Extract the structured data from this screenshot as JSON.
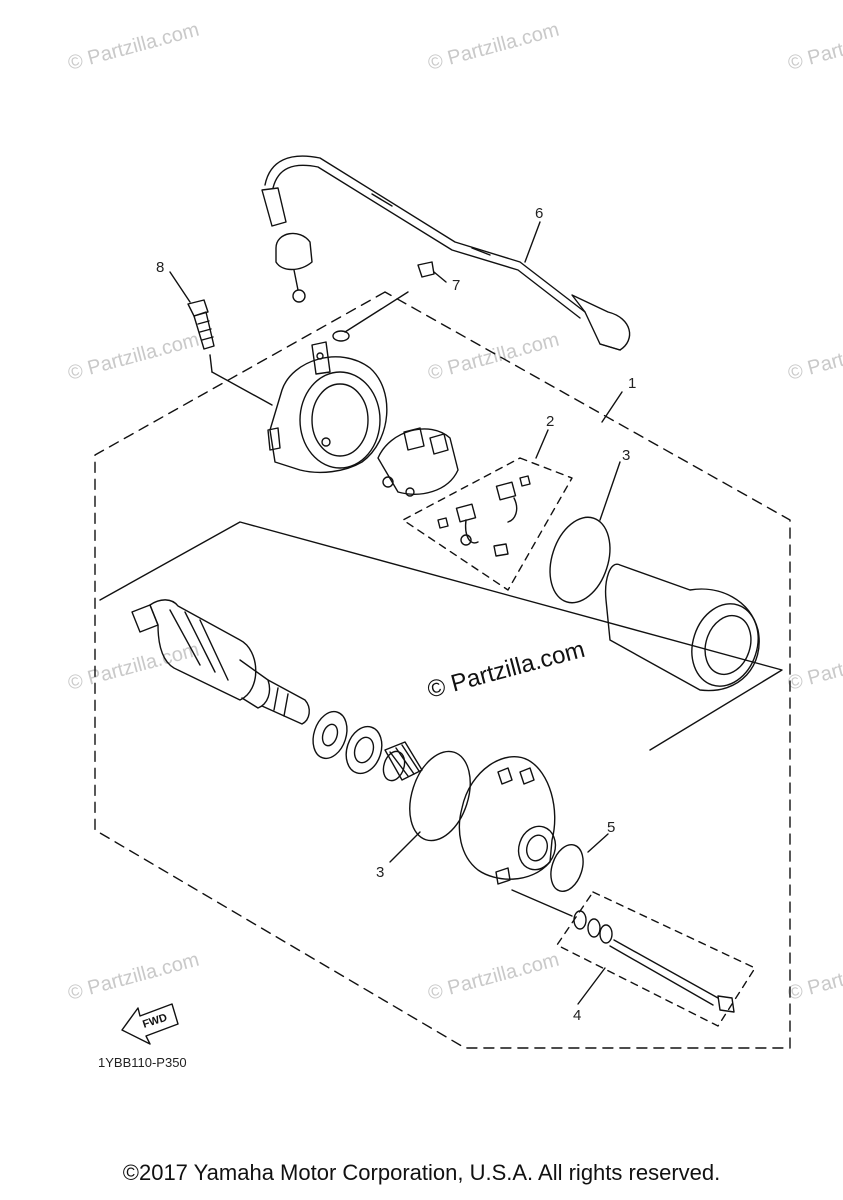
{
  "watermark": {
    "text": "© Partzilla.com",
    "main_text": "© Partzilla.com"
  },
  "callouts": {
    "c1": "1",
    "c2": "2",
    "c3a": "3",
    "c3b": "3",
    "c4": "4",
    "c5": "5",
    "c6": "6",
    "c7": "7",
    "c8": "8"
  },
  "fwd_label": "FWD",
  "part_code": "1YBB110-P350",
  "footer": {
    "copyright": "©2017 Yamaha Motor Corporation, U.S.A. All rights reserved."
  },
  "colors": {
    "line": "#111111",
    "watermark": "#c9c9c9"
  }
}
